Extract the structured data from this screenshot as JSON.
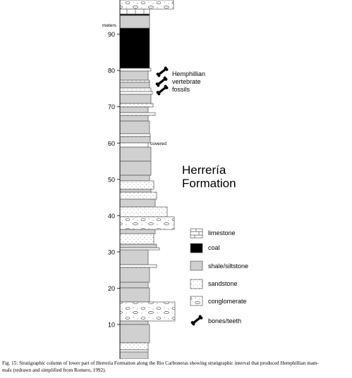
{
  "axis": {
    "unit_label": "meters",
    "ticks": [
      10,
      20,
      30,
      40,
      50,
      60,
      70,
      80,
      90
    ]
  },
  "column_notes": {
    "covered": "covered"
  },
  "annotation": {
    "lines": [
      "Hemphillian",
      "vertebrate",
      "fossils"
    ]
  },
  "formation": {
    "lines": [
      "Herrería",
      "Formation"
    ]
  },
  "legend": {
    "items": [
      {
        "key": "limestone",
        "label": "limestone"
      },
      {
        "key": "coal",
        "label": "coal"
      },
      {
        "key": "shale",
        "label": "shale/siltstone"
      },
      {
        "key": "sandstone",
        "label": "sandstone"
      },
      {
        "key": "conglomerate",
        "label": "conglomerate"
      },
      {
        "key": "bones",
        "label": "bones/teeth"
      }
    ]
  },
  "caption": {
    "line1": "Fig. 15: Stratigraphic column of lower part of Herrería Formation along the Rio Carboneras showing stratigraphic interval that produced Hemphillian mam-",
    "line2": "mals (redrawn and simplified from Romero, 1992)."
  },
  "colors": {
    "shale": "#d0d0d0",
    "coal": "#000000",
    "sandstone": "#ffffff",
    "outline": "#555555"
  }
}
